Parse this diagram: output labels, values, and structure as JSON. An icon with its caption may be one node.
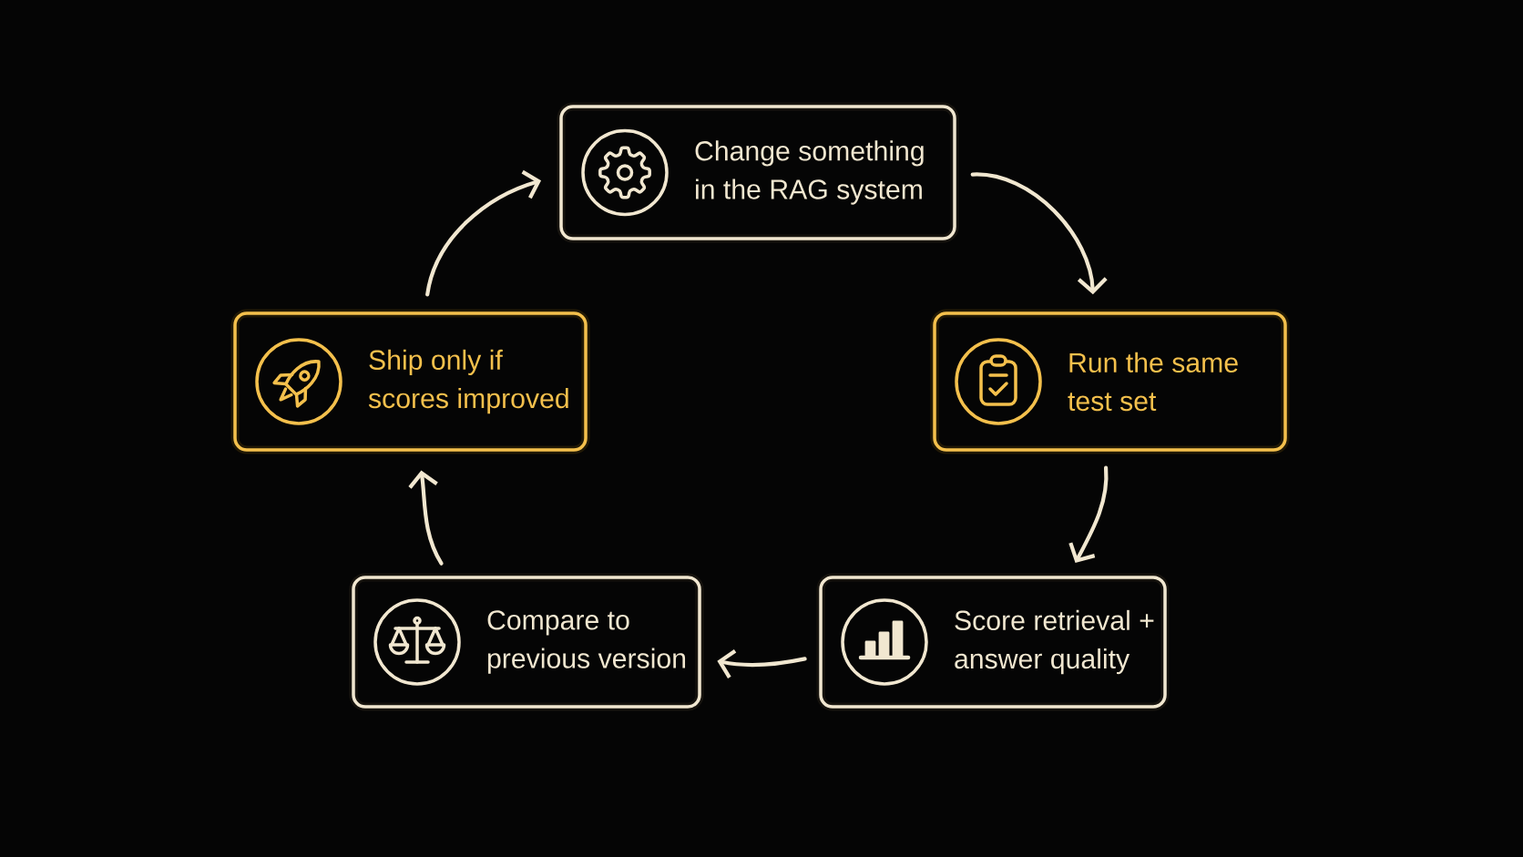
{
  "diagram": {
    "nodes": [
      {
        "text": [
          "Change something in the RAG system"
        ]
      },
      {
        "text": [
          "Ship only if scores improved"
        ]
      },
      {
        "text": [
          "Run the same test set"
        ]
      },
      {
        "text": [
          "Compare to previous version"
        ]
      },
      {
        "text": [
          "Score retrieval + answer quality"
        ]
      }
    ],
    "edges": [
      {
        "from": 0,
        "to": 2,
        "arrow": "to"
      },
      {
        "from": 2,
        "to": 4,
        "arrow": "to"
      },
      {
        "from": 4,
        "to": 3,
        "arrow": "to"
      },
      {
        "from": 3,
        "to": 1,
        "arrow": "to"
      },
      {
        "from": 1,
        "to": 0,
        "arrow": "to"
      }
    ]
  }
}
